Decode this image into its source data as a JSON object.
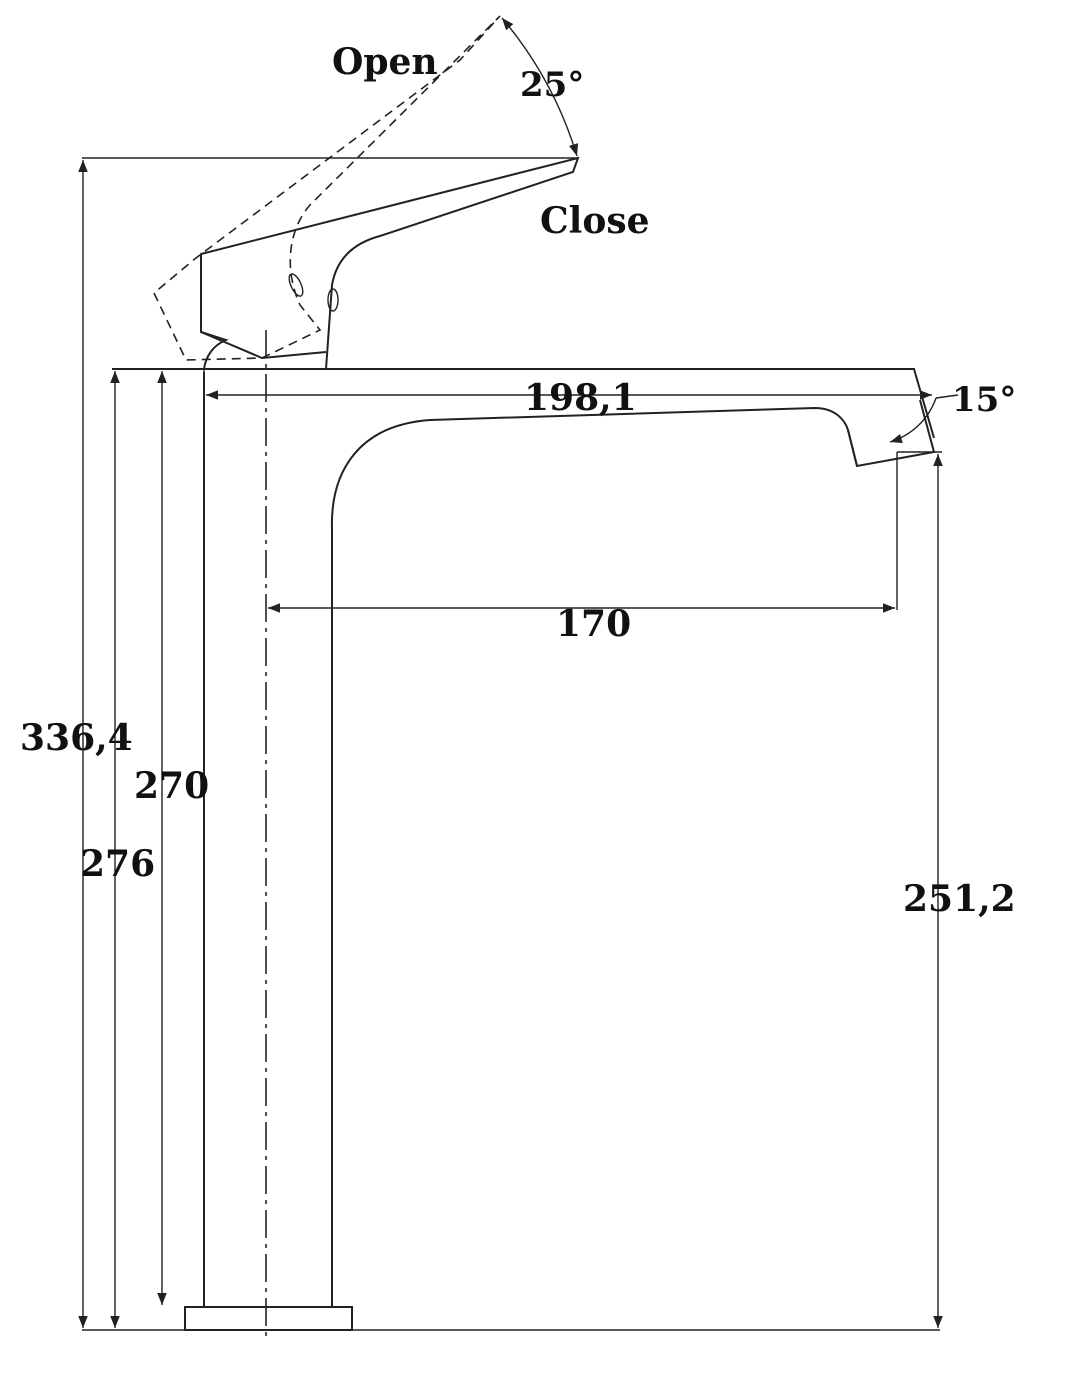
{
  "labels": {
    "open": "Open",
    "close": "Close",
    "angle_open": "25°",
    "angle_spout": "15°"
  },
  "dimensions": {
    "total_height": "336,4",
    "spout_top_height": "270",
    "body_height": "276",
    "outlet_height": "251,2",
    "spout_length": "198,1",
    "reach": "170"
  },
  "colors": {
    "line": "#222222",
    "background": "#ffffff"
  }
}
